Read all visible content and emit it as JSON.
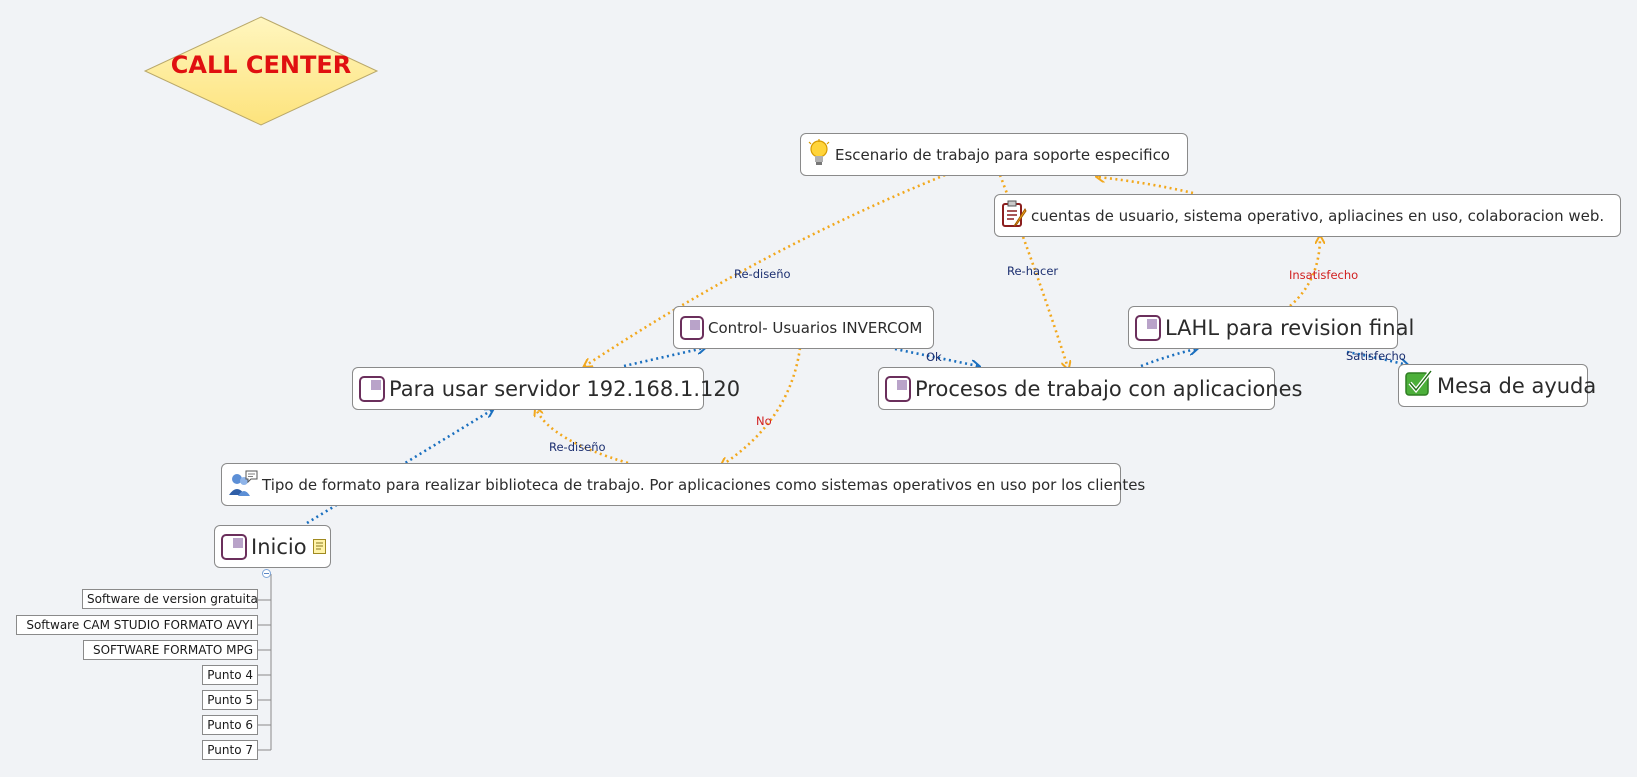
{
  "diagram": {
    "title": "CALL CENTER",
    "nodes": {
      "escenario": {
        "text": "Escenario de trabajo para soporte especifico",
        "icon": "lightbulb-icon"
      },
      "cuentas": {
        "text": "cuentas de usuario, sistema operativo, apliacines en uso, colaboracion web.",
        "icon": "notepad-pencil-icon"
      },
      "control": {
        "text": "Control- Usuarios INVERCOM",
        "icon": "document-icon"
      },
      "lahl": {
        "text": "LAHL para revision final",
        "icon": "document-icon"
      },
      "servidor": {
        "text": "Para usar servidor 192.168.1.120",
        "icon": "document-icon"
      },
      "procesos": {
        "text": "Procesos de trabajo con aplicaciones",
        "icon": "document-icon"
      },
      "mesa": {
        "text": "Mesa de ayuda",
        "icon": "green-checkbox-icon"
      },
      "tipo": {
        "text": "Tipo de formato para realizar biblioteca de trabajo. Por aplicaciones como sistemas operativos en uso por los clientes",
        "icon": "users-chat-icon"
      },
      "inicio": {
        "text": "Inicio",
        "icon": "document-icon",
        "note_icon": "note-icon"
      }
    },
    "subtopics": [
      "Software de version gratuita",
      "Software CAM STUDIO FORMATO AVYI",
      "SOFTWARE FORMATO MPG",
      "Punto 4",
      "Punto 5",
      "Punto 6",
      "Punto 7"
    ],
    "relationship_labels": {
      "redisenio_top": "Re-diseño",
      "rehacer": "Re-hacer",
      "insatisfecho": "Insatisfecho",
      "ok": "Ok",
      "satisfecho": "Satisfecho",
      "no": "No",
      "redisenio_bottom": "Re-diseño"
    },
    "colors": {
      "title_text": "#e01010",
      "title_fill": "#fdeb8e",
      "orange_link": "#f2a81d",
      "blue_link": "#1a6fbf",
      "blue_label": "#1c2f70",
      "red_label": "#d12020"
    }
  }
}
